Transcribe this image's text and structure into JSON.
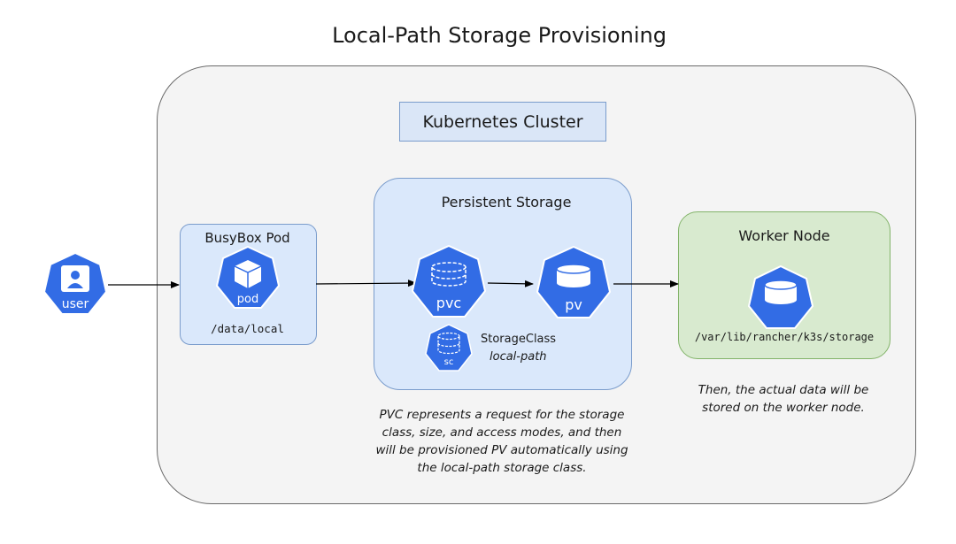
{
  "title": "Local-Path Storage Provisioning",
  "cluster": {
    "label": "Kubernetes Cluster"
  },
  "user": {
    "label": "user"
  },
  "pod_box": {
    "title": "BusyBox Pod",
    "icon_label": "pod",
    "path": "/data/local"
  },
  "storage": {
    "title": "Persistent Storage",
    "pvc_label": "pvc",
    "pv_label": "pv",
    "sc_label": "sc",
    "storage_class_title": "StorageClass",
    "storage_class_name": "local-path"
  },
  "worker": {
    "title": "Worker Node",
    "path": "/var/lib/rancher/k3s/storage"
  },
  "notes": {
    "pvc": [
      "PVC represents a request for the storage",
      "class, size, and access modes, and then",
      "will be provisioned PV automatically using",
      "the local-path storage class."
    ],
    "worker": [
      "Then, the actual data will be",
      "stored on the worker node."
    ]
  },
  "colors": {
    "k8s_blue": "#326ce5",
    "storage_fill": "#dae8fb",
    "worker_fill": "#d8eacf",
    "cluster_fill": "#f4f4f4"
  }
}
